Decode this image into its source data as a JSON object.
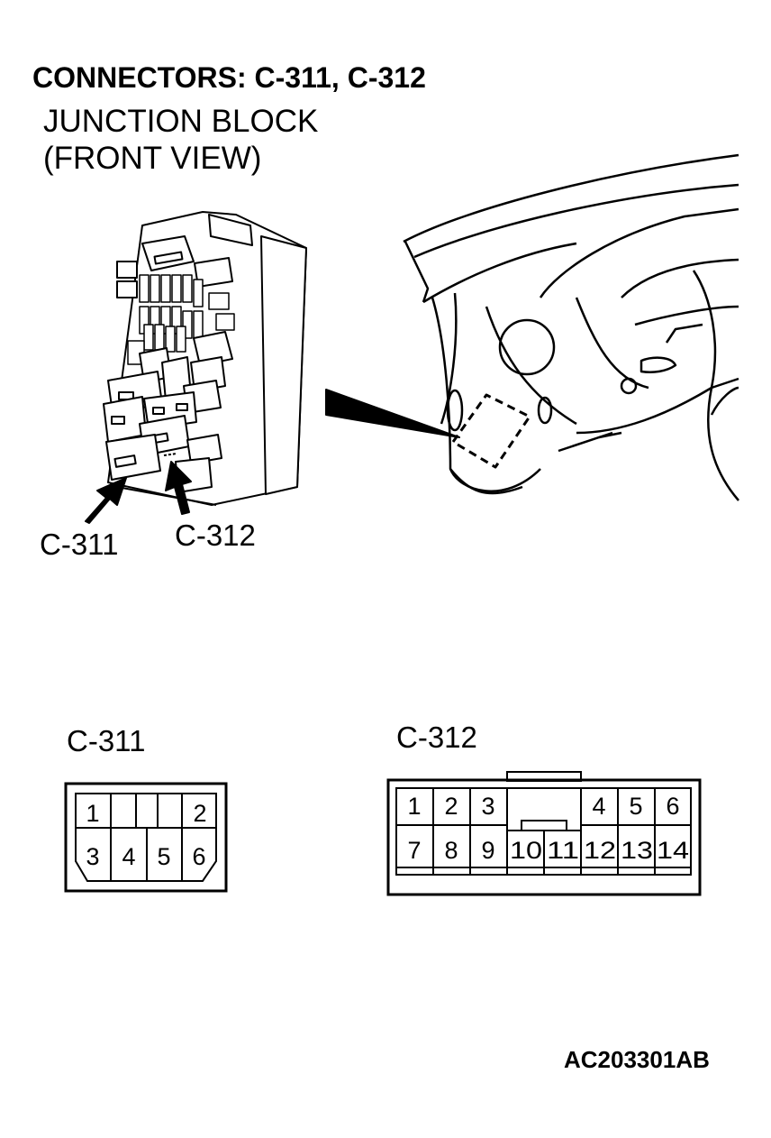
{
  "header": {
    "title": "CONNECTORS: C-311, C-312",
    "subtitle_line1": "JUNCTION BLOCK",
    "subtitle_line2": "(FRONT VIEW)"
  },
  "illustration": {
    "callout_c311": "C-311",
    "callout_c312": "C-312"
  },
  "connectors": {
    "c311": {
      "label": "C-311",
      "pins": [
        "1",
        "2",
        "3",
        "4",
        "5",
        "6"
      ]
    },
    "c312": {
      "label": "C-312",
      "pins": [
        "1",
        "2",
        "3",
        "4",
        "5",
        "6",
        "7",
        "8",
        "9",
        "10",
        "11",
        "12",
        "13",
        "14"
      ]
    }
  },
  "figure_code": "AC203301AB"
}
